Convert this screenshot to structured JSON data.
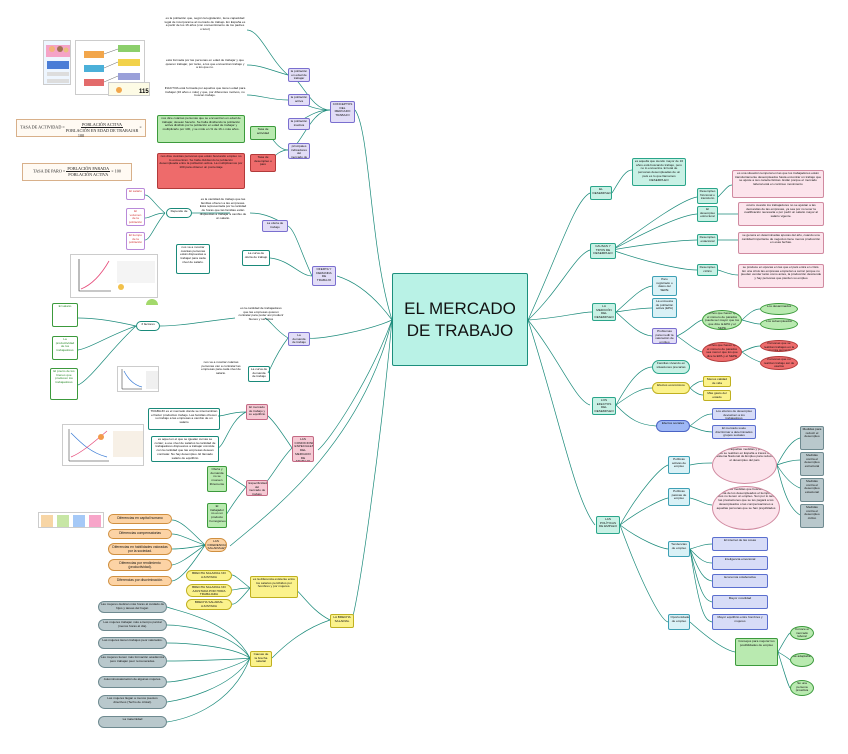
{
  "center": {
    "title": "EL MERCADO DE TRABAJO"
  },
  "left": {
    "conceptos": {
      "label": "CONCEPTOS DEL MERCADO TRABAJO",
      "pob_edad": "la población en edad de trabajar",
      "pob_activa": "la población activa",
      "pob_inactiva": "la población inactiva",
      "principales": "principales indicadores del mercado de trabajo",
      "desc_edad": "es la población que, según la legislación, tiene capacidad legal de incorporarse al mercado de trabajo. En España es a partir de los 16 años (con consentimiento de los padres o tutor)",
      "desc_activa": "está formada por las personas en edad de trabajar y que quieren trabajar, por tanto, a los que encuentran trabajo y a los que no.",
      "desc_inactiva": "INACTIVA está formada por aquellos que tienen edad para trabajar (16 años o más) y que, por diferentes motivos, no buscan trabajo.",
      "tasa_actividad": "Tasa de actividad",
      "desc_tasa_act": "nos dice cuántas personas que se encuentran en edad de trabajar, desean hacerlo. Se halla dividiendo la población activa dividido por la población en edad de trabajar y multiplicarlo por 100, y se mide en % de 16 o más años.",
      "tasa_paro": "Tasa de desempleo o paro",
      "desc_tasa_paro": "nos dice cuántas personas que están buscando empleo no lo encuentran. Se halla dividiendo la población desempleada entre la población activa. La multiplicamos por 100 para obtener un porcentaje",
      "formula_act_label": "TASA DE ACTIVIDAD =",
      "formula_act_num": "POBLACIÓN ACTIVA",
      "formula_act_den": "POBLACIÓN EN EDAD DE TRABAJAR",
      "formula_act_mult": "× 100",
      "formula_paro_label": "TASA DE PARO =",
      "formula_paro_num": "POBLACIÓN PARADA",
      "formula_paro_den": "POBLACIÓN ACTIVA",
      "formula_paro_mult": "× 100"
    },
    "oferta_demanda": {
      "label": "OFERTA Y DEMANDA DE TRABAJO",
      "oferta": "La oferta de trabajo",
      "desc_oferta": "es la cantidad de trabajo que las familias ofrecen a las empresas. Está representada por la cantidad de horas que las familias están dispuestas a trabajar a cambio de un salario.",
      "depende": "Depende de",
      "salario": "El salario",
      "volumen": "El volumen de la población",
      "tiempo": "El tiempo de la población",
      "curva_oferta": "La curva de oferta de trabajo",
      "desc_curva_oferta": "nos va a mostrar cuántas personas están dispuestas a trabajar para cada nivel de salario.",
      "demanda": "La demanda de trabajo",
      "desc_demanda": "es la cantidad de trabajadores que las empresas quieren contratar para poder así producir bienes y servicios",
      "factores": "3 factores",
      "f_salario": "El salario",
      "f_productividad": "La productividad de los trabajadores",
      "f_precio": "El precio de los bienes que producen los trabajadores",
      "curva_demanda": "La curva de demanda de trabajo",
      "desc_curva_demanda": "nos va a mostrar cuántas personas van a contratar las empresas para cada nivel de salario."
    },
    "condiciones": {
      "label": "LAS CONDICIONES ESPECIALES DEL MERCADO DE TRABAJO",
      "merc_trabajo": "El mercado de trabajo y su equilibrio",
      "desc_trabajo": "TRABAJO es el mercado donde se intercambian el factor productivo trabajo. Las familias ofrecen su trabajo a las empresas a cambio de un salario",
      "desc_equilibrio": "es aquel en el que se igualan curvas se cortan; a ese nivel de salarios la cantidad de trabajadores dispuestos a trabajar coincide con la cantidad que las empresas desean contratar. No hay desempleo. El llamado salario de equilibrio",
      "especificidades": "Especificidades del mercado de trabajo",
      "oferta_demanda_box": "Oferta y demanda no se mueven libremente",
      "trabajador": "El trabajador no es un producto homogéneo"
    },
    "diferencias": {
      "label": "LAS DIFERENCIAS SALARIALES",
      "items": [
        "Diferencias en capital humano",
        "Diferencias compensatorias",
        "Diferencias en habilidades valoradas por la sociedad.",
        "Diferencias por rendimiento (productividad).",
        "Diferencias por discriminación."
      ]
    },
    "brecha": {
      "label": "LA BRECHA SALARIAL",
      "desc": "es la diferencia existente entre los salarios percibidos por hombres y por mujeres.",
      "brecha_no_ajustada": "BRECHA SALARIAL NO AJUSTADA",
      "brecha_no_ajustada_hora": "BRECHA SALARIAL NO AJUSTADA POR HORA TRABAJADA",
      "brecha_ajustada": "BRECHA SALARIAL AJUSTADA",
      "causas": "Causas de la brecha salarial",
      "causas_items": [
        "Las mujeres dedican más horas al cuidado de hijos y tareas del hogar.",
        "Las mujeres trabajan más a tiempo parcial (menos horas al día).",
        "Las mujeres tienen trabajos peor valorados.",
        "Las mujeres tienen más formación académica pero trabajan peor remuneradas.",
        "Autominusvaloración de algunas mujeres.",
        "Las mujeres llegan a menos puestos directivos (Techo de cristal).",
        "La maternidad"
      ]
    }
  },
  "right": {
    "desempleo": {
      "label": "EL DESEMPLEO",
      "desc": "es aquella que siendo mayor de 16 años está buscando trabajo, pero no lo encuentra. El total de personas desempleadas de un país es lo que llamamos DESEMPLEO",
      "causas": "CAUSAS Y TIPOS DE DESEMPLEO",
      "friccional": "Desempleo friccional o transitorio",
      "desc_friccional": "es una situación temporal en las que los trabajadores están transitoriamente desempleados hasta encontrar un trabajo que se ajuste a sus características. Están porque el mercado laboral está en continuo movimiento",
      "estructural": "El desempleo estructural",
      "desc_estructural": "ocurre cuando los trabajadores no se ajustan a las demandas de las empresas, ya sea por no tener la cualificación necesaria o por pedir un salario mayor al salario vigente.",
      "estacional": "Desempleo estacional",
      "desc_estacional": "se genera en determinadas épocas del año, cuando una cantidad importante de negocios tiene menos producción en esas fechas.",
      "ciclico": "Desempleo cíclico",
      "desc_ciclico": "se produce en épocas en las que el país entra en crisis. En una crisis las empresas empiezan a cerrar porque no pueden vender tanto como antes, la producción desciende y hay personas que pierden su empleo"
    },
    "medicion": {
      "label": "LA MEDICIÓN DEL DESEMPLEO",
      "paro": "Paro registrado o datos del SEPE",
      "encuesta": "La encuesta de población activa (EPA)",
      "problemas": "Problemas para medir la valoración de empleo",
      "desanimados_q": "Muchos que hacen que el número de parados pueda ser mayor que los que dice la EPA y el SEPE",
      "desanimados": "Los desanimados",
      "subempleados": "Los subempleados",
      "economia_q": "Muchos que hacen que el número de parados sea menor que los que dice la EPA y el SEPE",
      "economia_sumergida": "Personas que se realizan trabajos en la economía sumergida",
      "irregulares": "Personas que no realizan trabajo así de usarlos"
    },
    "efectos": {
      "label": "LOS EFECTOS DEL DESEMPLEO",
      "familias": "Familias viviendo en situaciones precarias",
      "economicos": "Efectos económicos",
      "menos_calidad": "Menos calidad de vida",
      "mas_gasto": "Más gasto del estado",
      "sociales": "Efectos sociales",
      "sociales_1": "Los efectos de desempleo devuelven a los trabajadores",
      "sociales_2": "El mercado suele discriminar a determinados grupos sociales"
    },
    "politicas": {
      "label": "LAS POLÍTICAS DE EMPLEO",
      "activas": "Políticas activas de empleo",
      "desc_activas": "son todas aquellas medidas y programas que se realizan en España a través del Sistema Nacional de Empleo para reducir el desempleo del país",
      "pasivas": "Políticas pasivas de empleo",
      "desc_pasivas": "son aquellas medidas que buscan mantener la renta de los desempleados el tiempo que estos no tienen un empleo. Son por lo tanto las prestaciones que se les pagará a los desempleados o las compensaciones a aquellas personas que se han prejubilados",
      "medidas": [
        "Medidas para reducir el desempleo",
        "Medidas contra el desempleo estructural",
        "Medidas contra el desempleo estacional",
        "Medidas contra el desempleo cíclico"
      ],
      "tendencias": "Tendencias de empleo",
      "tend_items": [
        "El internet de las cosas",
        "Inteligencia emocional",
        "Economía colaborativa",
        "Mayor movilidad",
        "Mayor equilibrio entre hombres y mujeres"
      ],
      "oportunidades": "Oportunidades de empleo",
      "consejos": "Consejos para mejorar tus posibilidades de empleo",
      "consejos_items": [
        "Conoce el mercado laboral",
        "Sé adaptable",
        "Sé una persona proactiva"
      ]
    }
  }
}
